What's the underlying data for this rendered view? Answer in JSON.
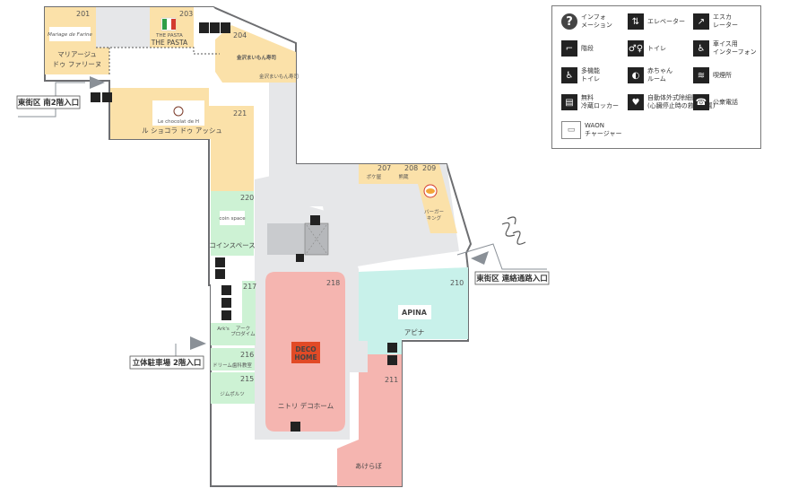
{
  "stores": {
    "s201": {
      "num": "201",
      "name": "マリアージュ\nドゥ ファリーヌ",
      "logo": "Mariage de Farine"
    },
    "s203": {
      "num": "203",
      "name": "THE PASTA",
      "logo": "THE PASTA"
    },
    "s204": {
      "num": "204",
      "name": "金沢まいもん寿司",
      "logo": "金沢まいもん寿司"
    },
    "s221": {
      "num": "221",
      "name": "ル ショコラ ドゥ アッシュ",
      "logo": "Le chocolat de H"
    },
    "s207": {
      "num": "207",
      "name": "ポケ屋"
    },
    "s208": {
      "num": "208",
      "name": "熊蔵"
    },
    "s209": {
      "num": "209",
      "name": "バーガー\nキング"
    },
    "s220": {
      "num": "220",
      "name": "コインスペース",
      "logo": "coin space"
    },
    "s217": {
      "num": "217",
      "name": "アーク\nプロダイム",
      "logo": "Ark's"
    },
    "s216": {
      "num": "216",
      "name": "ドリーム歯科教室"
    },
    "s215": {
      "num": "215",
      "name": "ジムポルツ"
    },
    "s218": {
      "num": "218",
      "name": "ニトリ デコホーム",
      "logo": "DECO\nHOME"
    },
    "s210": {
      "num": "210",
      "name": "アピナ",
      "logo": "APINA"
    },
    "s211": {
      "num": "211",
      "name": "あけらぼ"
    }
  },
  "entrances": {
    "south": "東街区 南2階入口",
    "connect": "東街区 連絡通路入口",
    "parking": "立体駐車場 2階入口"
  },
  "legend": [
    {
      "icon": "information-icon",
      "label": "インフォ\nメーション"
    },
    {
      "icon": "elevator-icon",
      "label": "エレベーター"
    },
    {
      "icon": "escalator-icon",
      "label": "エスカ\nレーター"
    },
    {
      "icon": "stairs-icon",
      "label": "階段"
    },
    {
      "icon": "toilet-icon",
      "label": "トイレ"
    },
    {
      "icon": "wheelchair-interphone-icon",
      "label": "車イス用\nインターフォン"
    },
    {
      "icon": "multipurpose-toilet-icon",
      "label": "多機能\nトイレ"
    },
    {
      "icon": "baby-room-icon",
      "label": "赤ちゃん\nルーム"
    },
    {
      "icon": "smoking-area-icon",
      "label": "喫煙所"
    },
    {
      "icon": "locker-icon",
      "label": "無料\n冷蔵ロッカー"
    },
    {
      "icon": "aed-icon",
      "label": "自動体外式除細動器\n(心臓停止時の救命装置)"
    },
    {
      "icon": "phone-icon",
      "label": "公衆電話"
    },
    {
      "icon": "waon-charger-icon",
      "label": "WAON\nチャージャー"
    }
  ],
  "colors": {
    "restaurant": "#fbe1a9",
    "service": "#cdf2d4",
    "nitori": "#f5b5b0",
    "apina": "#c8f1ea",
    "corridor": "#e6e7e9",
    "outline": "#6d6e71",
    "entrance": "#8a9097"
  }
}
